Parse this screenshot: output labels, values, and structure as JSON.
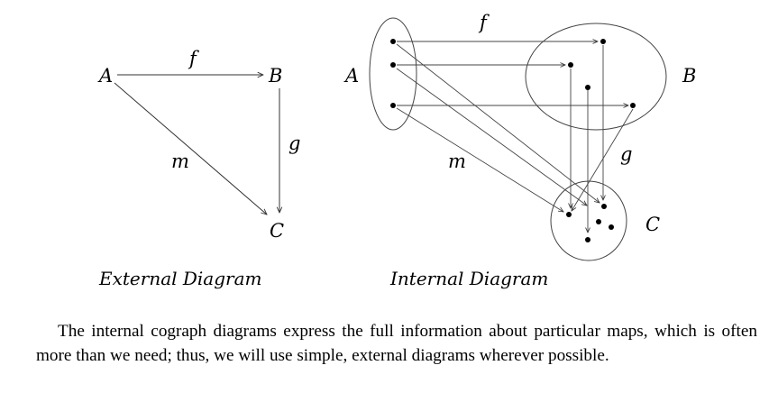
{
  "external": {
    "nodes": {
      "a": "A",
      "b": "B",
      "c": "C"
    },
    "arrows": {
      "f": "f",
      "g": "g",
      "m": "m"
    },
    "caption": "External Diagram"
  },
  "internal": {
    "sets": {
      "a": "A",
      "b": "B",
      "c": "C"
    },
    "arrows": {
      "f": "f",
      "g": "g",
      "m": "m"
    },
    "caption": "Internal Diagram"
  },
  "paragraph": "The internal cograph diagrams express the full information about particular maps, which is often more than we need; thus, we will use simple, external diagrams wherever possible."
}
